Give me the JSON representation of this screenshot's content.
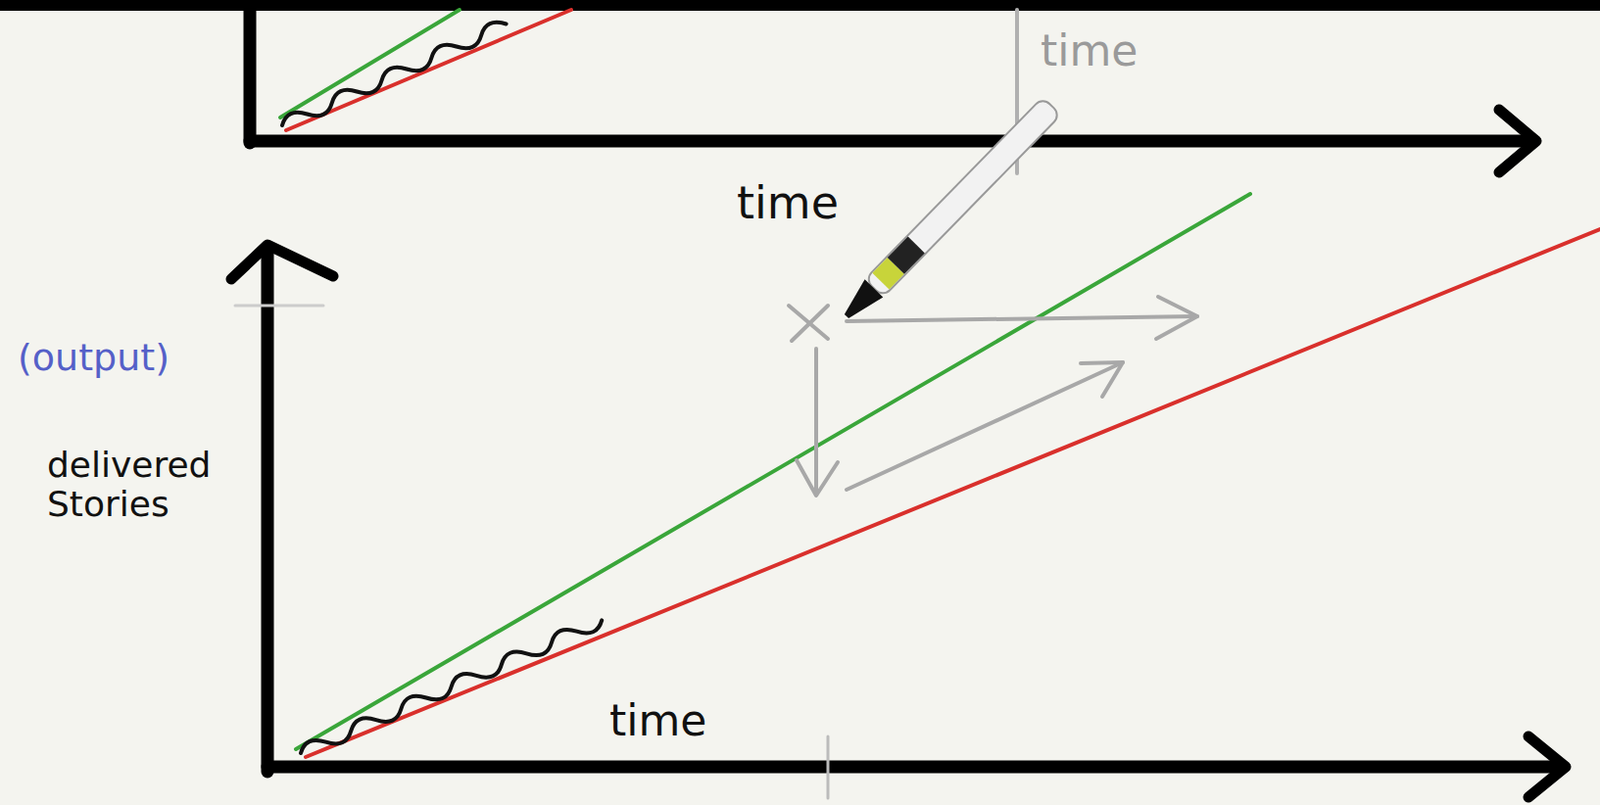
{
  "diagram": {
    "labels": [
      "time",
      "time",
      "(output)",
      "delivered Stories",
      "time"
    ]
  }
}
